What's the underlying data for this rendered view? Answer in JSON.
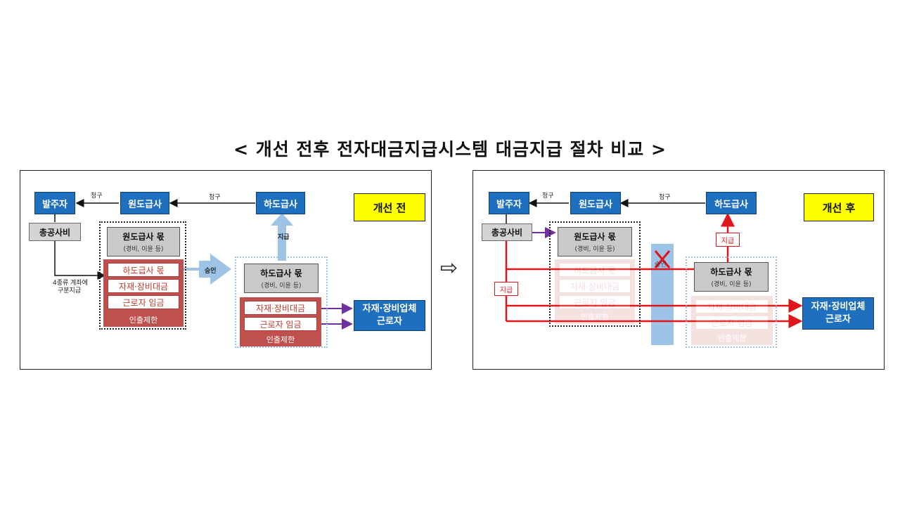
{
  "title": "< 개선 전후 전자대금지급시스템 대금지급 절차 비교 >",
  "transition_symbol": "⇨",
  "colors": {
    "blue": "#1f6fbf",
    "red": "#e0161b",
    "purple": "#7030a0",
    "yellow": "#ffff00",
    "restriction": "#c0504d"
  },
  "before": {
    "badge": "개선 전",
    "owner": "발주자",
    "prime": "원도급사",
    "sub": "하도급사",
    "total_cost": "총공사비",
    "request1": "청구",
    "request2": "청구",
    "split_payment": [
      "4종류 계좌에",
      "구분지급"
    ],
    "prime_share": {
      "title": "원도급사 몫",
      "sub": "(경비, 이윤 등)"
    },
    "prime_rows": [
      "하도급사 몫",
      "자재·장비대금",
      "근로자 임금"
    ],
    "prime_restriction": "인출제한",
    "approve": "승인",
    "pay": "지급",
    "sub_share": {
      "title": "하도급사 몫",
      "sub": "(경비, 이윤 등)"
    },
    "sub_rows": [
      "자재·장비대금",
      "근로자 임금"
    ],
    "sub_restriction": "인출제한",
    "vendor": [
      "자재·장비업체",
      "근로자"
    ]
  },
  "after": {
    "badge": "개선 후",
    "owner": "발주자",
    "prime": "원도급사",
    "sub": "하도급사",
    "total_cost": "총공사비",
    "request1": "청구",
    "request2": "청구",
    "pay_left": "지급",
    "pay_top": "지급",
    "prime_share": {
      "title": "원도급사 몫",
      "sub": "(경비, 이윤 등)"
    },
    "prime_rows_faded": [
      "하도급사 몫",
      "자재·장비대금",
      "근로자 임금"
    ],
    "prime_restriction_faded": "인출제한",
    "approve_faded": "승인",
    "sub_share": {
      "title": "하도급사 몫",
      "sub": "(경비, 이윤 등)"
    },
    "sub_rows_faded": [
      "자재·장비대금",
      "근로자 임금"
    ],
    "sub_restriction_faded": "인출제한",
    "vendor": [
      "자재·장비업체",
      "근로자"
    ]
  }
}
